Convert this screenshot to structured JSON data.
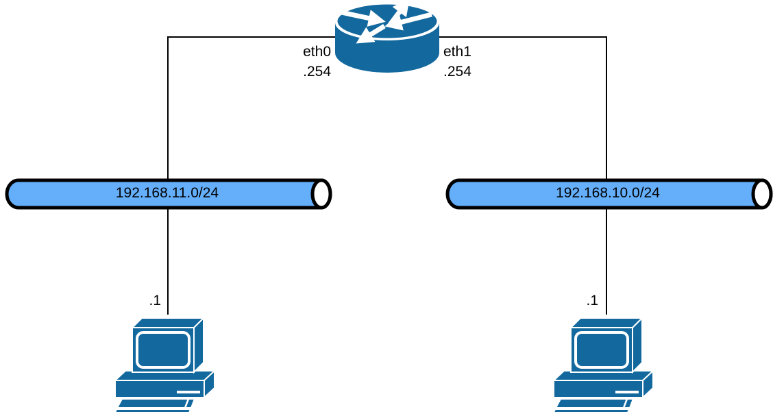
{
  "colors": {
    "device": "#13699e",
    "segment": "#64aefa",
    "connector": "#000000"
  },
  "router": {
    "interfaces": [
      {
        "name": "eth0",
        "ip": ".254"
      },
      {
        "name": "eth1",
        "ip": ".254"
      }
    ]
  },
  "segments": [
    {
      "cidr": "192.168.11.0/24"
    },
    {
      "cidr": "192.168.10.0/24"
    }
  ],
  "hosts": [
    {
      "ip": ".1"
    },
    {
      "ip": ".1"
    }
  ]
}
